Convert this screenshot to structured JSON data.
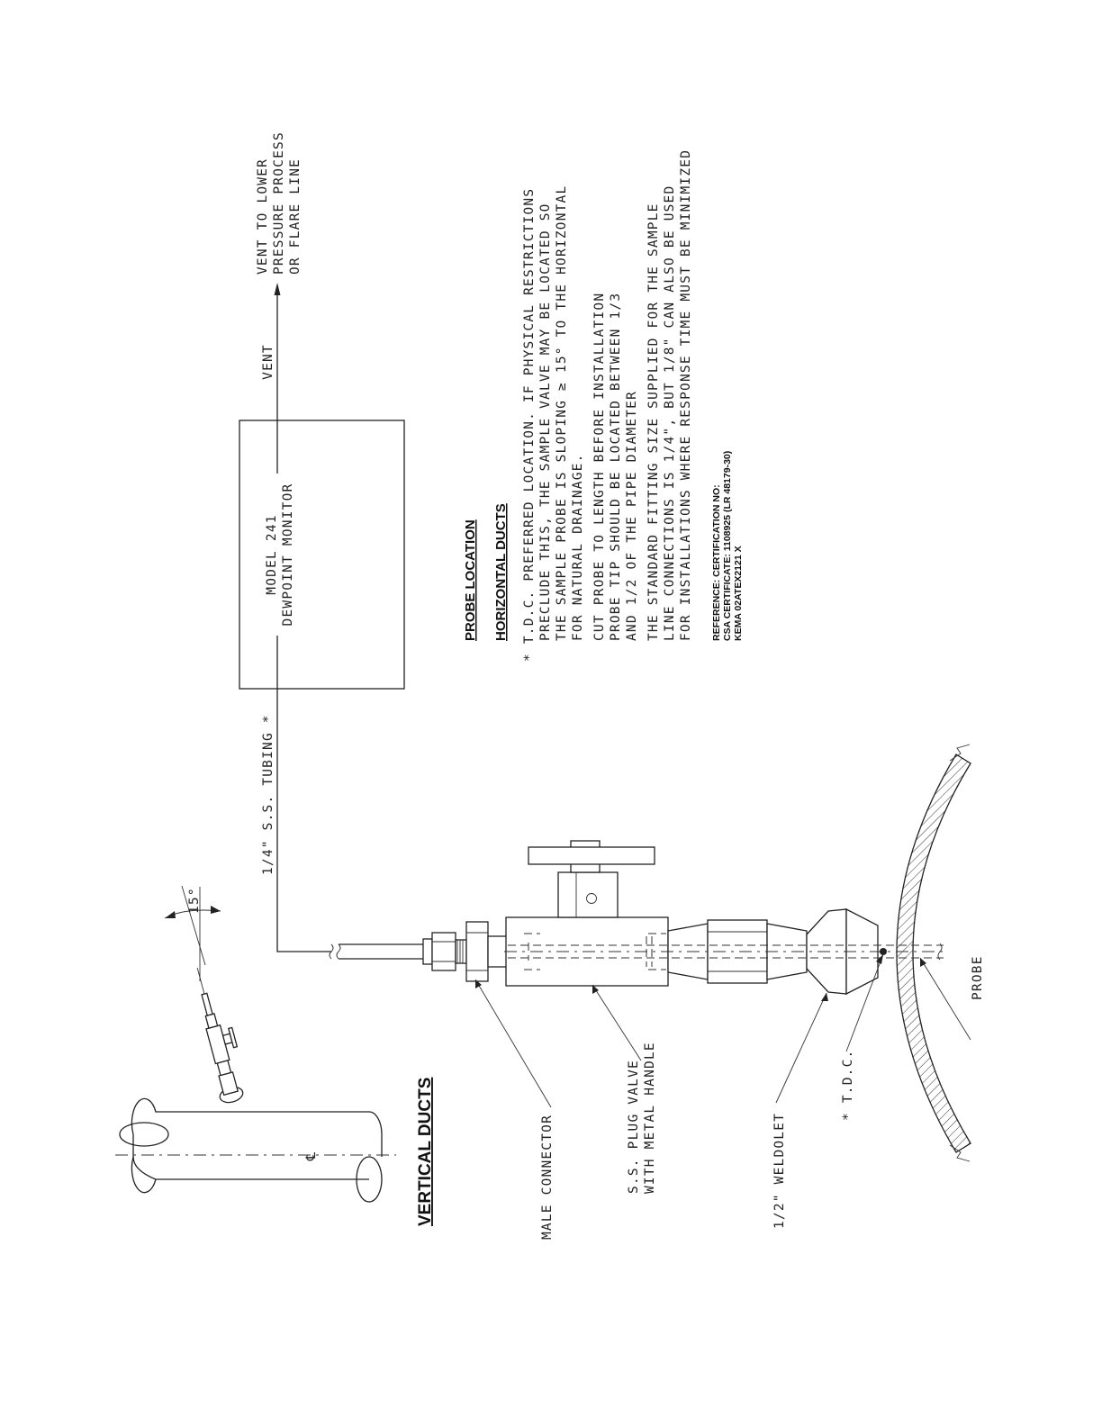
{
  "monitor": {
    "line1": "MODEL 241",
    "line2": "DEWPOINT MONITOR"
  },
  "vent": {
    "label": "VENT",
    "dest_lines": [
      "VENT TO LOWER",
      "PRESSURE PROCESS",
      "OR FLARE LINE"
    ]
  },
  "tubing_label": "1/4\" S.S. TUBING *",
  "angle_label": "15°",
  "centerline_symbol": "℄",
  "headings": {
    "vertical": "VERTICAL DUCTS",
    "probe_location": "PROBE LOCATION",
    "horizontal": "HORIZONTAL DUCTS"
  },
  "notes": {
    "note1": [
      "* T.D.C. PREFERRED LOCATION. IF PHYSICAL RESTRICTIONS",
      "PRECLUDE THIS, THE SAMPLE VALVE MAY BE LOCATED SO",
      "THE SAMPLE PROBE IS SLOPING ≥ 15° TO THE HORIZONTAL",
      "FOR NATURAL DRAINAGE."
    ],
    "note2": [
      "CUT PROBE TO LENGTH BEFORE INSTALLATION",
      "PROBE TIP SHOULD BE LOCATED BETWEEN 1/3",
      "AND 1/2 OF THE PIPE DIAMETER"
    ],
    "note3": [
      "THE STANDARD FITTING SIZE SUPPLIED FOR THE SAMPLE",
      "LINE CONNECTIONS IS 1/4\", BUT 1/8\" CAN ALSO BE USED",
      "FOR INSTALLATIONS WHERE RESPONSE TIME MUST BE MINIMIZED"
    ]
  },
  "reference": [
    "REFERENCE: CERTIFICATION NO:",
    "CSA CERTIFICATE: 1108925 (LR 48179-30)",
    "KEMA 02ATEX2121 X"
  ],
  "callouts": {
    "male_connector": "MALE CONNECTOR",
    "plug_valve": [
      "S.S. PLUG VALVE",
      "WITH METAL HANDLE"
    ],
    "weldolet": "1/2\" WELDOLET",
    "tdc": "* T.D.C.",
    "probe": "PROBE"
  }
}
